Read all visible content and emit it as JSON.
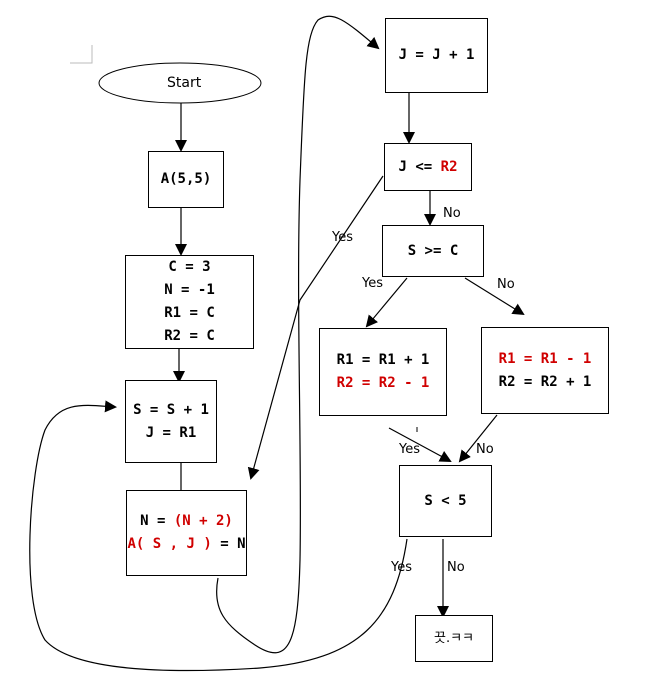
{
  "nodes": {
    "start": "Start",
    "array_init": "A(5,5)",
    "init": [
      "C = 3",
      "N = -1",
      "R1 = C",
      "R2 = C"
    ],
    "s_inc": [
      "S = S + 1",
      "J = R1"
    ],
    "assign": {
      "line1_prefix": "N = ",
      "line1_red": "(N + 2)",
      "line2_red": "A( S , J )",
      "line2_suffix": " = N"
    },
    "j_inc": "J = J + 1",
    "j_cond": {
      "prefix": "J <= ",
      "red": "R2"
    },
    "s_cond": "S >= C",
    "left_update": {
      "line1": "R1 = R1 + 1",
      "line2_red": "R2 = R2 - 1"
    },
    "right_update": {
      "line1_red": "R1 = R1 - 1",
      "line2": "R2 = R2 + 1"
    },
    "loop_cond": "S < 5",
    "end": "끗.ㅋㅋ"
  },
  "labels": {
    "yes_j": "Yes",
    "no_j": "No",
    "yes_s": "Yes",
    "no_s": "No",
    "yes_merge": "Yes",
    "no_merge": "No",
    "yes_loop": "Yes",
    "no_loop": "No"
  },
  "colors": {
    "highlight": "#d00000",
    "line": "#000000"
  }
}
